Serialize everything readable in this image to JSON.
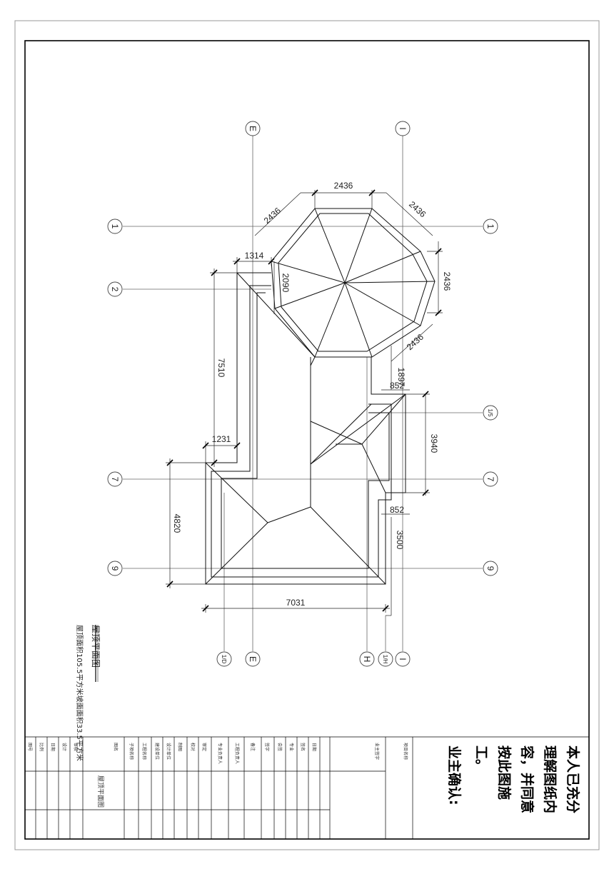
{
  "drawing": {
    "title": "屋顶平面图",
    "area_note": "屋顶面积105.5平方米坡面面积33.5平方米"
  },
  "grid_axes": {
    "top": [
      "E",
      "I"
    ],
    "left": [
      "1",
      "2",
      "7",
      "9"
    ],
    "right": [
      "1",
      "1/5",
      "7",
      "9"
    ],
    "bottom": [
      "1/D",
      "E",
      "H",
      "1/H",
      "I"
    ]
  },
  "dimensions": {
    "octagon_top": "2436",
    "octagon_upper_left": "2436",
    "octagon_upper_right": "2436",
    "octagon_right": "2436",
    "octagon_lower_right": "2436",
    "eave_1314": "1314",
    "eave_2090": "2090",
    "left_7510": "7510",
    "left_1231": "1231",
    "left_4820": "4820",
    "bottom_7031": "7031",
    "right_1897": "1897",
    "right_852_upper": "852",
    "right_3940": "3940",
    "right_852_lower": "852",
    "right_3500": "3500"
  },
  "title_block": {
    "owner_confirm_lines": [
      "本人已充分",
      "理解图纸内",
      "容，并同意",
      "按此图施",
      "工。",
      "业主确认:"
    ],
    "sheet_name": "屋顶平面图",
    "owner_signature_label": "业主签字",
    "project_name_label": "项目名称",
    "col_a": [
      "图号",
      "比例",
      "日期",
      "设计",
      "审核"
    ],
    "col_b": [
      "图名"
    ],
    "col_c": [
      "子项名称"
    ],
    "col_d": [
      "工程名称",
      "建设单位",
      "设计单位",
      "制图",
      "校对",
      "审定"
    ],
    "col_e": [
      "专业负责人",
      "工程负责人",
      "备注"
    ],
    "col_f": [
      "签字",
      "会签",
      "专业",
      "签名",
      "日期"
    ]
  }
}
